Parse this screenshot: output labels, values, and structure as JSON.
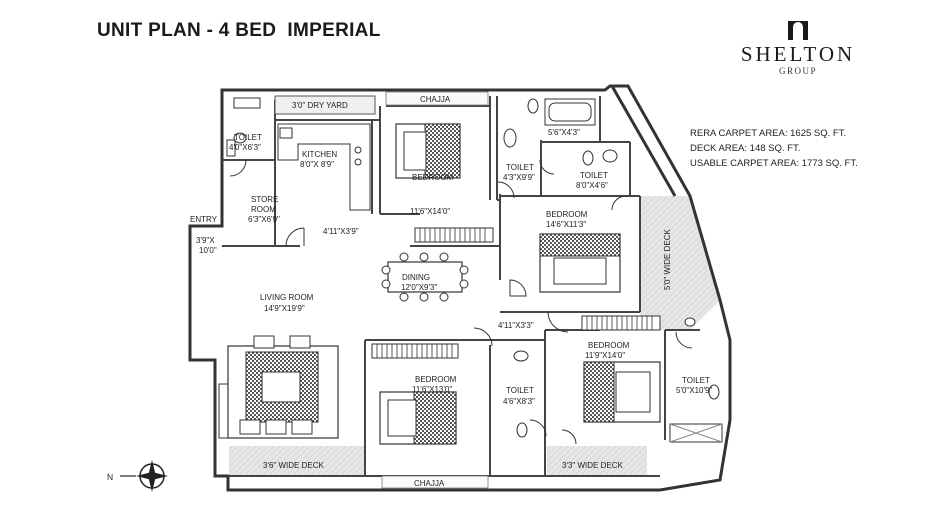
{
  "header": {
    "title": "UNIT PLAN - 4 BED  IMPERIAL"
  },
  "logo": {
    "brand": "SHELTON",
    "group": "GROUP"
  },
  "areas": {
    "rera": "RERA CARPET AREA: 1625 SQ. FT.",
    "deck": "DECK AREA: 148 SQ. FT.",
    "usable": "USABLE CARPET AREA: 1773 SQ. FT."
  },
  "compass": {
    "label": "N"
  },
  "rooms": {
    "dry_yard": "3'0\" DRY YARD",
    "chajja_top": "CHAJJA",
    "toilet1_name": "TOILET",
    "toilet1_dim": "4'0\"X6'3\"",
    "kitchen_name": "KITCHEN",
    "kitchen_dim": "8'0\"X 8'9\"",
    "store_name1": "STORE",
    "store_name2": "ROOM",
    "store_dim": "6'3\"X6'9\"",
    "passage_dim": "4'11\"X3'9\"",
    "bed1_name": "BEDROOM",
    "bed1_dim": "11'6\"X14'0\"",
    "bath_dim": "5'6\"X4'3\"",
    "toilet2_name": "TOILET",
    "toilet2_dim": "4'3\"X9'9\"",
    "toilet3_name": "TOILET",
    "toilet3_dim": "8'0\"X4'6\"",
    "bed2_name": "BEDROOM",
    "bed2_dim": "14'6\"X11'3\"",
    "wide_deck_right": "5'0\" WIDE DECK",
    "entry": "ENTRY",
    "entry_dim1": "3'9\"X",
    "entry_dim2": "10'0\"",
    "dining_name": "DINING",
    "dining_dim": "12'0\"X9'3\"",
    "living_name": "LIVING ROOM",
    "living_dim": "14'9\"X19'9\"",
    "passage2_dim": "4'11\"X3'3\"",
    "bed3_name": "BEDROOM",
    "bed3_dim": "11'6\"X13'0\"",
    "toilet4_name": "TOILET",
    "toilet4_dim": "4'6\"X8'3\"",
    "bed4_name": "BEDROOM",
    "bed4_dim": "11'9\"X14'0\"",
    "toilet5_name": "TOILET",
    "toilet5_dim": "5'0\"X10'9\"",
    "deck_left": "3'6\" WIDE DECK",
    "deck_mid": "3'3\" WIDE DECK",
    "chajja_bottom": "CHAJJA"
  }
}
